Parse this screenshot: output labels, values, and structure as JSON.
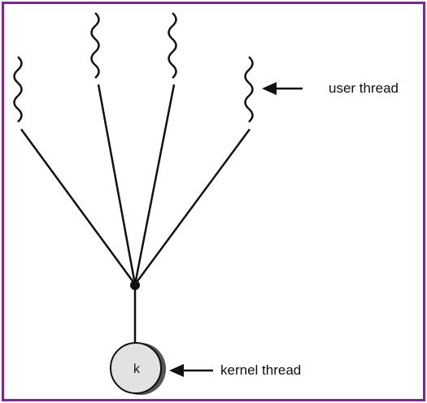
{
  "diagram": {
    "title": "",
    "labels": {
      "user_thread": "user thread",
      "kernel_thread": "kernel thread",
      "kernel_letter": "k"
    },
    "user_thread_count": 4,
    "colors": {
      "frame": "#7a2a8c",
      "line": "#111111",
      "kernel_fill": "#e2e2e2",
      "kernel_shadow": "#555555"
    },
    "relationship": "many-to-one"
  }
}
